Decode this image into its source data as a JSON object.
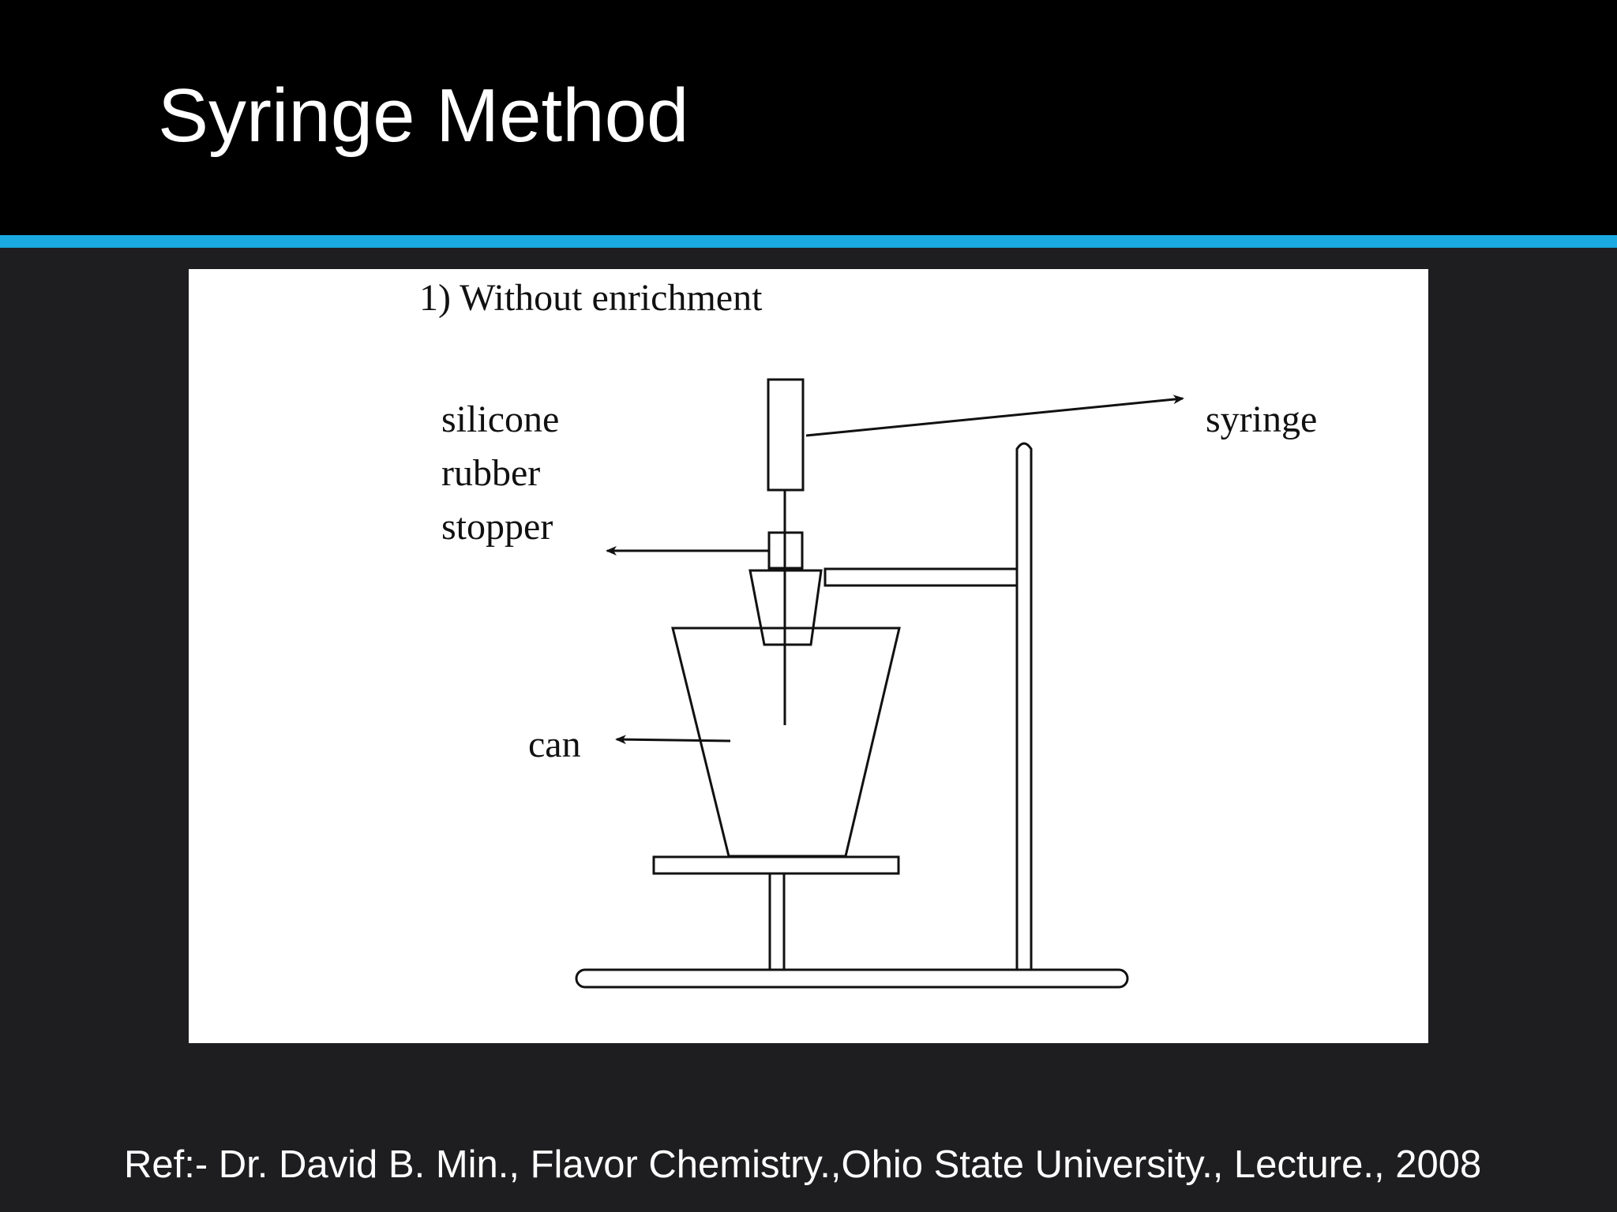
{
  "slide": {
    "title": "Syringe Method",
    "reference": "Ref:- Dr. David B. Min., Flavor Chemistry.,Ohio State University., Lecture., 2008",
    "colors": {
      "header_bg": "#000000",
      "body_bg": "#1e1e20",
      "accent": "#1aa9e0"
    }
  },
  "diagram": {
    "heading": "1)  Without enrichment",
    "labels": {
      "silicone": "silicone",
      "rubber": "rubber",
      "stopper": "stopper",
      "syringe": "syringe",
      "can": "can"
    }
  }
}
